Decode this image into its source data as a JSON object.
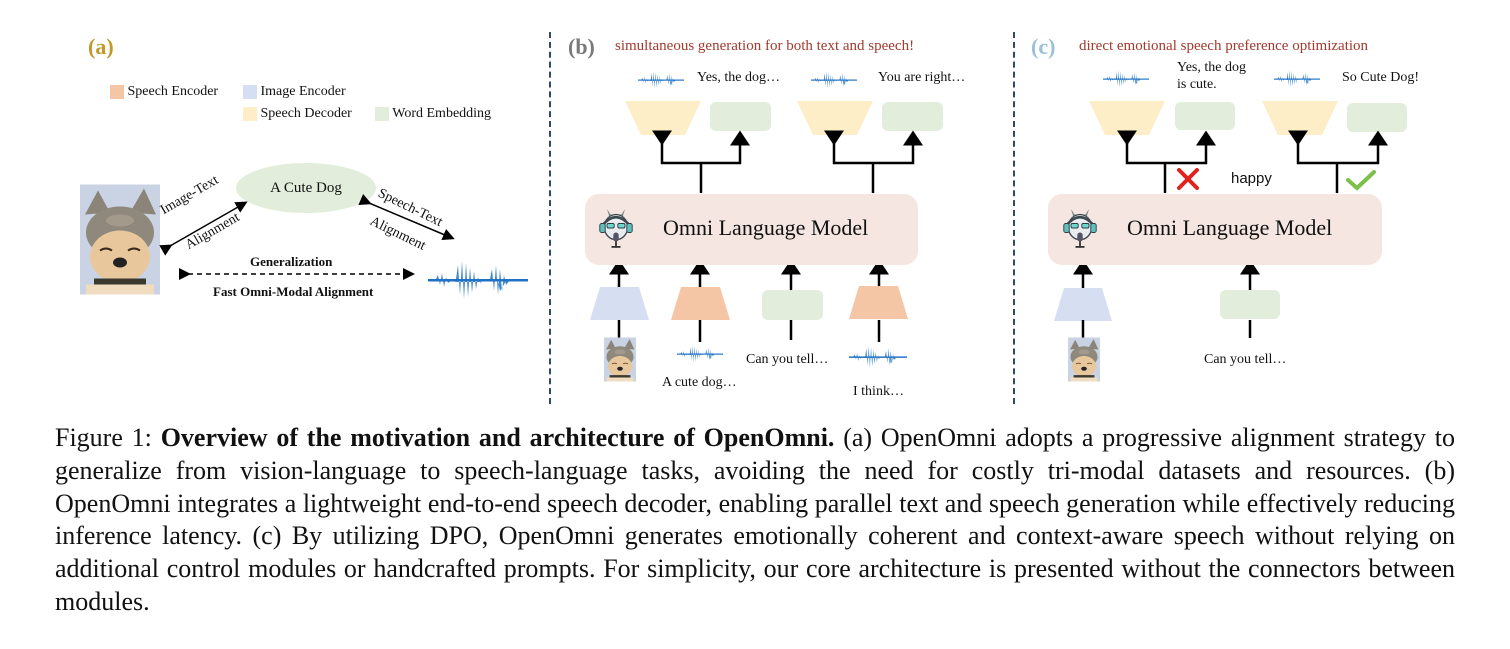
{
  "panel_a": {
    "label": "(a)",
    "label_color": "#c19a2a",
    "legend": [
      {
        "name": "Speech Encoder",
        "color": "#f4c6a6"
      },
      {
        "name": "Image Encoder",
        "color": "#d6def2"
      },
      {
        "name": "Speech Decoder",
        "color": "#fdeec7"
      },
      {
        "name": "Word Embedding",
        "color": "#e2eedb"
      }
    ],
    "center_node": "A Cute Dog",
    "left_edge_line1": "Image-Text",
    "left_edge_line2": "Alignment",
    "right_edge_line1": "Speech-Text",
    "right_edge_line2": "Alignment",
    "bottom_top_label": "Generalization",
    "bottom_bottom_label": "Fast Omni-Modal Alignment",
    "left_node_icon": "dog-photo",
    "right_node_icon": "waveform"
  },
  "panel_b": {
    "label": "(b)",
    "label_color": "#7a7a7a",
    "title": "simultaneous generation for both text and speech!",
    "title_color": "#a23b2e",
    "outputs": [
      {
        "text": "Yes, the dog…"
      },
      {
        "text": "You are right…"
      }
    ],
    "model_label": "Omni Language Model",
    "inputs": [
      {
        "type": "image",
        "text": ""
      },
      {
        "type": "speech",
        "text": "A cute dog…"
      },
      {
        "type": "text",
        "text": "Can you tell…"
      },
      {
        "type": "speech",
        "text": "I think…"
      }
    ]
  },
  "panel_c": {
    "label": "(c)",
    "label_color": "#9bbfd9",
    "title": "direct emotional speech preference optimization",
    "title_color": "#a23b2e",
    "outputs": [
      {
        "text": "Yes, the dog is cute.",
        "line1": "Yes, the dog",
        "line2": "is cute.",
        "verdict": "rejected"
      },
      {
        "text": "So Cute Dog!",
        "verdict": "chosen"
      }
    ],
    "emotion_label": "happy",
    "reject_color": "#e0231c",
    "accept_color": "#7cc04a",
    "model_label": "Omni Language Model",
    "inputs": [
      {
        "type": "image",
        "text": ""
      },
      {
        "type": "text",
        "text": "Can you tell…"
      }
    ]
  },
  "caption": {
    "prefix": "Figure 1: ",
    "bold": "Overview of the motivation and architecture of OpenOmni.",
    "body": " (a) OpenOmni adopts a progressive alignment strategy to generalize from vision-language to speech-language tasks, avoiding the need for costly tri-modal datasets and resources. (b) OpenOmni integrates a lightweight end-to-end speech decoder, enabling parallel text and speech generation while effectively reducing inference latency. (c) By utilizing DPO, OpenOmni generates emotionally coherent and context-aware speech without relying on additional control modules or handcrafted prompts. For simplicity, our core architecture is presented without the connectors between modules."
  }
}
